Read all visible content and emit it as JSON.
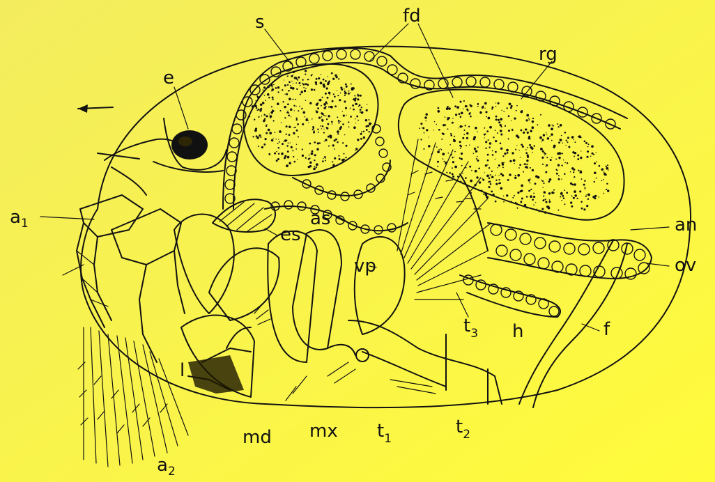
{
  "figure": {
    "background_gradient": [
      "#f3ec5e",
      "#fffb3a"
    ],
    "ink_color": "#111111"
  },
  "labels": {
    "s": "s",
    "fd": "fd",
    "rg": "rg",
    "e": "e",
    "a1": "a",
    "a1_sub": "1",
    "as": "as",
    "es": "es",
    "vp": "vp",
    "an": "an",
    "ov": "ov",
    "t3": "t",
    "t3_sub": "3",
    "h": "h",
    "f": "f",
    "l": "l",
    "md": "md",
    "mx": "mx",
    "t1": "t",
    "t1_sub": "1",
    "t2": "t",
    "t2_sub": "2",
    "a2": "a",
    "a2_sub": "2"
  },
  "arrow": {
    "direction": "left",
    "icon": "arrow-left-icon"
  }
}
